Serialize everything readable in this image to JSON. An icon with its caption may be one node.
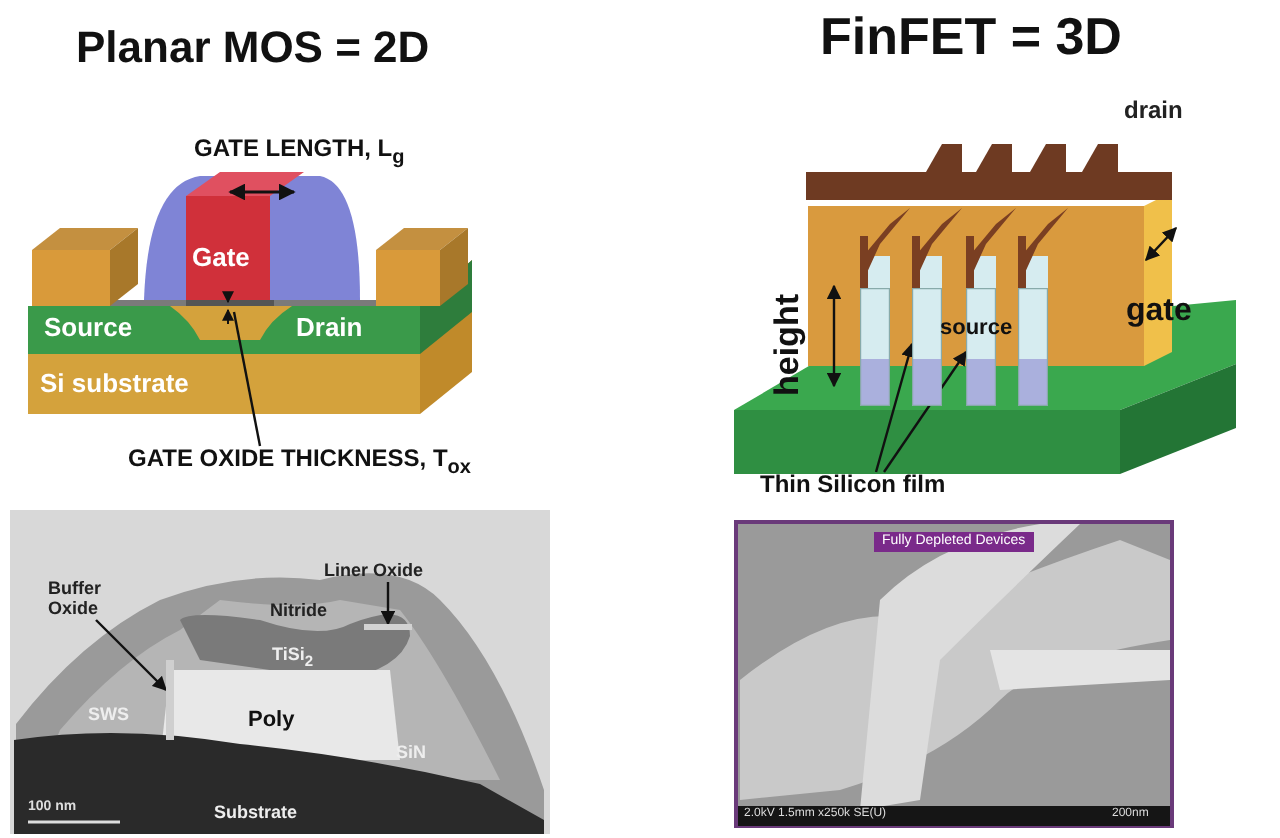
{
  "diagram": {
    "nodes": [
      {
        "text": [
          "GATE OXIDE THICKNESS, T$_{ox}$"
        ]
      },
      {
        "text": [
          "Thin Silicon film"
        ]
      },
      {
        "text": [
          "Buffer Oxide"
        ]
      },
      {
        "text": [
          "Liner Oxide"
        ]
      },
      {
        "text": [],
        "shape": "bar"
      },
      {
        "text": [],
        "shape": "bar"
      },
      {
        "text": [],
        "shape": "bar"
      },
      {
        "text": [],
        "shape": "bar"
      },
      {
        "text": [],
        "shape": "bar"
      },
      {
        "text": [],
        "shape": "bar"
      }
    ],
    "edges": [
      {
        "from": 0,
        "to": null,
        "arrow": "none"
      },
      {
        "from": 1,
        "to": 5,
        "arrow": "to"
      },
      {
        "from": 1,
        "to": 6,
        "arrow": "to"
      },
      {
        "from": 2,
        "to": 8,
        "arrow": "to"
      },
      {
        "from": 3,
        "to": 9,
        "arrow": "to"
      }
    ],
    "labels": [
      "Planar MOS = 2D",
      "FinFET = 3D",
      "drain",
      "GATE LENGTH, L$_{g}$",
      "Gate",
      "Source",
      "Drain",
      "Si substrate",
      "height",
      "gate",
      "source",
      "Nitride",
      "TiSi$_{2}$",
      "SWS",
      "Poly",
      "SiN",
      "100 nm",
      "Substrate",
      "Fully Depleted Devices",
      "2.0kV 1.5mm x250k SE(U)",
      "200nm"
    ]
  }
}
